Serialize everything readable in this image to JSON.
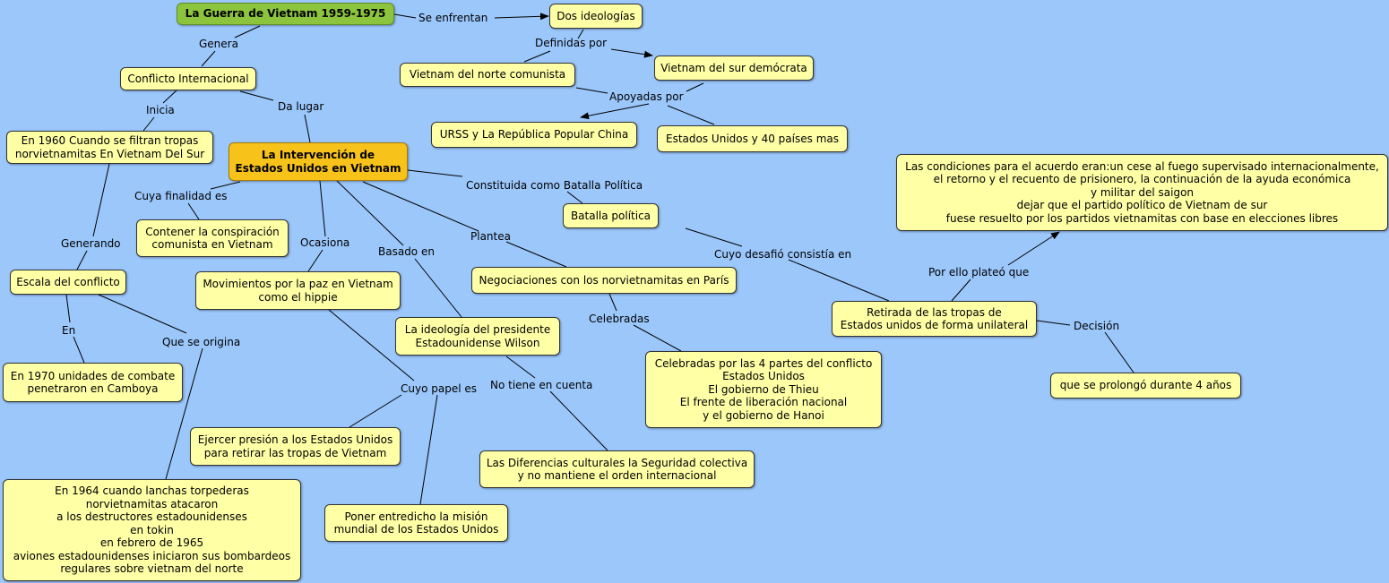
{
  "colors": {
    "background": "#9bc7fb",
    "concept": "#ffffa6",
    "root": "#8cc43e",
    "main": "#f7c21a",
    "line": "#000000"
  },
  "nodes": {
    "root": "La Guerra de Vietnam 1959-1975",
    "dos_ideologias": "Dos ideologías",
    "norte": "Vietnam del norte comunista",
    "sur": "Vietnam del sur demócrata",
    "urss": "URSS y La República Popular China",
    "eeuu40": "Estados Unidos y 40 países mas",
    "conflicto": "Conflicto Internacional",
    "en1960": "En 1960 Cuando se filtran tropas\nnorvietnamitas En Vietnam Del Sur",
    "intervencion": "La Intervención de\nEstados Unidos en Vietnam",
    "contener": "Contener la conspiración\ncomunista en Vietnam",
    "escala": "Escala del conflicto",
    "movimientos": "Movimientos por la paz en Vietnam\ncomo el hippie",
    "negociaciones": "Negociaciones con los norvietnamitas en París",
    "batalla": "Batalla política",
    "condiciones": "Las condiciones para el acuerdo eran:un cese al fuego supervisado internacionalmente,\nel retorno y el recuento de prisionero, la continuación de la ayuda económica\ny militar del saigon\ndejar que el partido político de Vietnam de sur\nfuese resuelto por los partidos vietnamitas con base en elecciones libres",
    "retirada": "Retirada de las tropas de\nEstados unidos de forma unilateral",
    "ideologia": "La ideología del presidente\nEstadounidense Wilson",
    "celebradas4": "Celebradas por las 4 partes del conflicto\nEstados Unidos\nEl gobierno de Thieu\nEl frente de liberación nacional\ny el gobierno de Hanoi",
    "prolongo": "que se prolongó durante 4 años",
    "en1970": "En 1970 unidades de combate\npenetraron en Camboya",
    "ejercer": "Ejercer presión a los Estados Unidos\npara retirar las tropas de Vietnam",
    "diferencias": "Las Diferencias culturales la Seguridad colectiva\ny no mantiene el orden internacional",
    "en1964": "En 1964 cuando lanchas torpederas\nnorvietnamitas atacaron\na los destructores estadounidenses\nen tokin\nen febrero de 1965\naviones estadounidenses iniciaron sus bombardeos\nregulares sobre vietnam del norte",
    "poner": "Poner entredicho la misión\nmundial de los Estados Unidos"
  },
  "links": {
    "se_enfrentan": "Se enfrentan",
    "definidas_por": "Definidas por",
    "apoyadas_por": "Apoyadas por",
    "genera": "Genera",
    "inicia": "Inicia",
    "da_lugar": "Da lugar",
    "cuya_finalidad": "Cuya finalidad es",
    "constituida": "Constituida como Batalla Política",
    "generando": "Generando",
    "ocasiona": "Ocasiona",
    "basado_en": "Basado en",
    "plantea": "Plantea",
    "cuyo_desafio": "Cuyo desafió consistía en",
    "por_ello": "Por ello plateó que",
    "en": "En",
    "que_se_origina": "Que se origina",
    "celebradas": "Celebradas",
    "decision": "Decisión",
    "cuyo_papel": "Cuyo papel es",
    "no_tiene": "No tiene en cuenta"
  }
}
